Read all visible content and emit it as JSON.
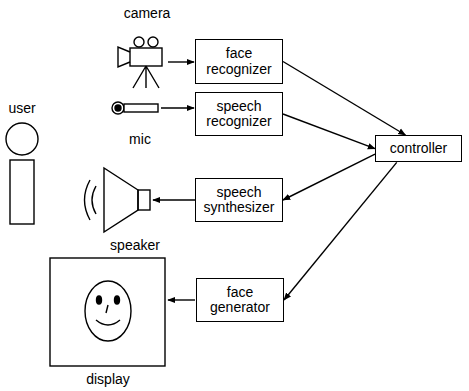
{
  "diagram": {
    "nodes": [
      {
        "text": [
          "face recognizer"
        ]
      },
      {
        "text": [
          "speech recognizer"
        ]
      },
      {
        "text": [
          "controller"
        ]
      },
      {
        "text": [
          "speech synthesizer"
        ]
      },
      {
        "text": [
          "face generator"
        ]
      }
    ],
    "edges": [
      {
        "from": 0,
        "to": 2,
        "arrow": "to"
      },
      {
        "from": 1,
        "to": 2,
        "arrow": "to"
      },
      {
        "from": 2,
        "to": 3,
        "arrow": "to"
      },
      {
        "from": 2,
        "to": 4,
        "arrow": "to"
      }
    ],
    "labels": [
      "camera",
      "user",
      "mic",
      "speaker",
      "display"
    ]
  }
}
